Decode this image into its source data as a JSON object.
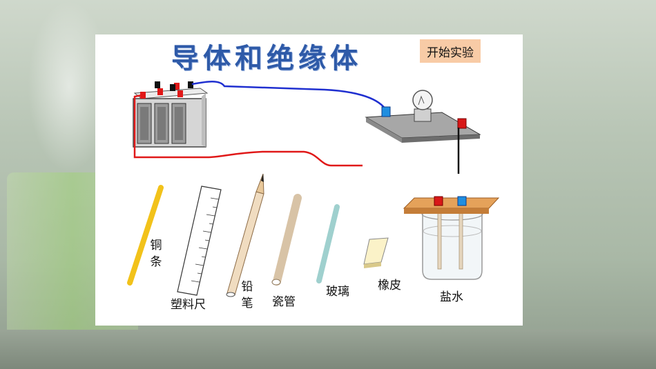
{
  "title": "导体和绝缘体",
  "start_button": "开始实验",
  "items": {
    "copper_1": "铜",
    "copper_2": "条",
    "ruler": "塑料尺",
    "pencil_1": "铅",
    "pencil_2": "笔",
    "porcelain": "瓷管",
    "glass": "玻璃",
    "eraser": "橡皮",
    "saltwater": "盐水"
  },
  "colors": {
    "title": "#2e5aa8",
    "button_bg": "#f8cba6",
    "wire_blue": "#1f2fd0",
    "wire_red": "#e01818",
    "copper": "#f2c21a",
    "wood": "#e5a25a"
  },
  "icons": [
    "battery-pack-icon",
    "lamp-board-icon",
    "beaker-icon"
  ]
}
